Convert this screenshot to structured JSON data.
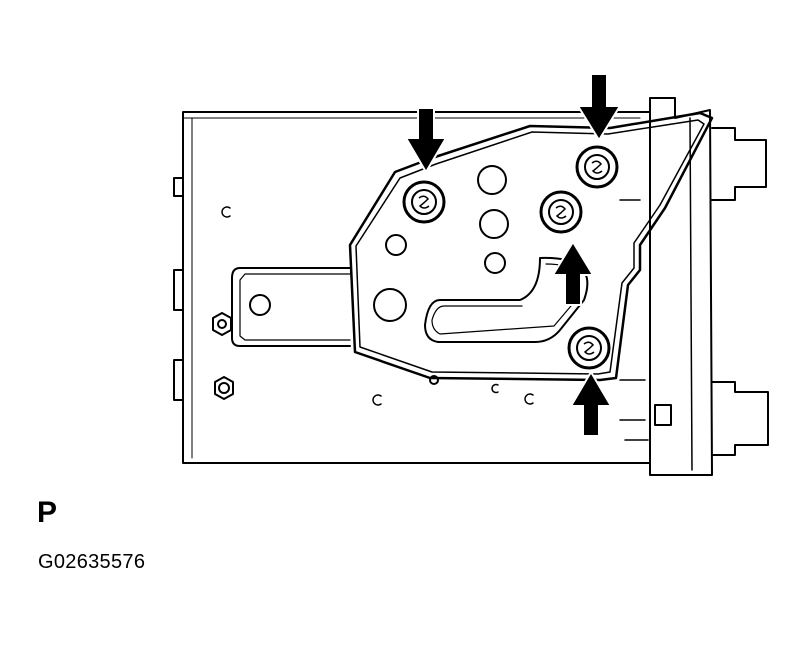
{
  "figure": {
    "view_letter": "P",
    "figure_code": "G02635576"
  },
  "colors": {
    "line": "#000000",
    "background": "#ffffff"
  },
  "callouts": {
    "bolts": 4,
    "arrows": 4
  }
}
